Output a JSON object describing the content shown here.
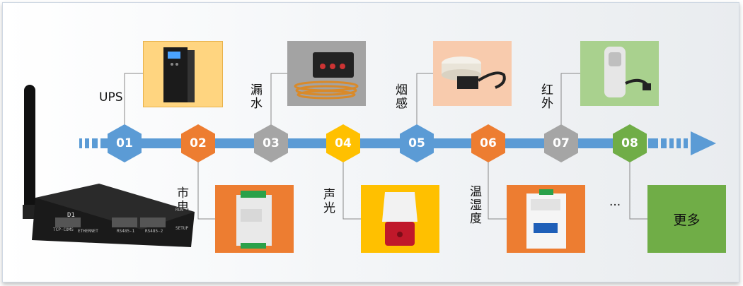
{
  "colors": {
    "timeline": "#5b9bd5",
    "blue": "#5b9bd5",
    "orange": "#ed7d31",
    "gray": "#a5a5a5",
    "yellow": "#ffc000",
    "green": "#70ad47"
  },
  "steps": [
    {
      "num": "01",
      "label": "UPS",
      "color": "blue"
    },
    {
      "num": "02",
      "label": "市电",
      "color": "orange"
    },
    {
      "num": "03",
      "label": "漏水",
      "color": "gray"
    },
    {
      "num": "04",
      "label": "声光",
      "color": "yellow"
    },
    {
      "num": "05",
      "label": "烟感",
      "color": "blue"
    },
    {
      "num": "06",
      "label": "温湿度",
      "color": "orange"
    },
    {
      "num": "07",
      "label": "红外",
      "color": "gray"
    },
    {
      "num": "08",
      "label": "...",
      "color": "green"
    }
  ],
  "more_box": {
    "label": "更多"
  },
  "device": {
    "model": "D1",
    "ports": [
      "ETHERNET",
      "RS485-1",
      "RS485-2"
    ],
    "side_label": "TCP-COMS",
    "run_label": "RUN",
    "setup_label": "SETUP",
    "icon_names": [
      "router-antenna-icon"
    ]
  }
}
